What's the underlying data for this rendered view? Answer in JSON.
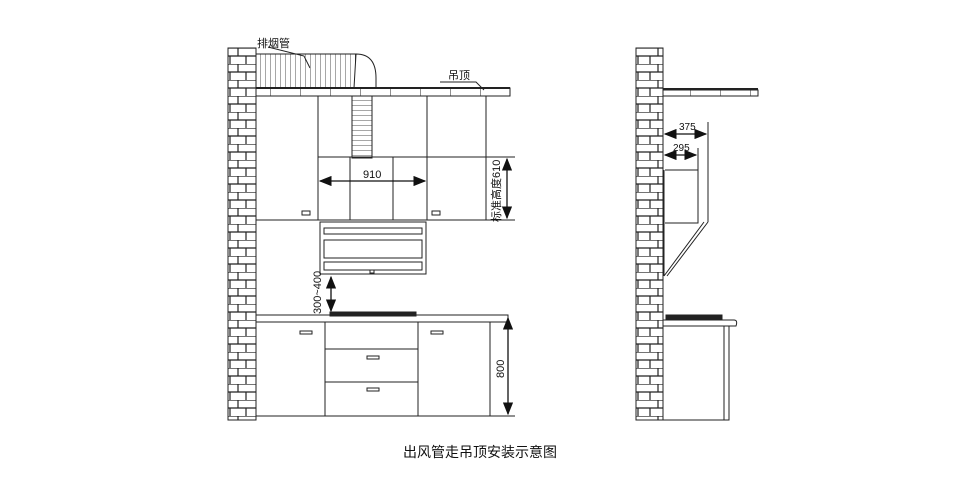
{
  "labels": {
    "exhaust_pipe": "排烟管",
    "ceiling": "吊顶",
    "hood_width": "910",
    "standard_height": "标准高度610",
    "hood_clearance": "300~400",
    "counter_height": "800",
    "depth_outer": "375",
    "depth_inner": "295"
  },
  "caption": "出风管走吊顶安装示意图"
}
